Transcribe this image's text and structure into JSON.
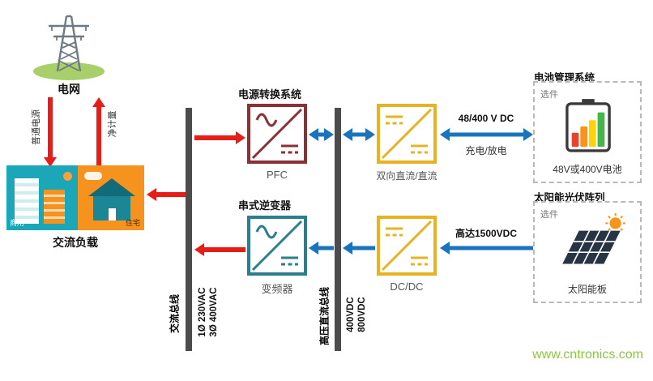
{
  "diagram": {
    "grid": {
      "label": "电网",
      "supply_label": "普通电源",
      "net_meter_label": "净计量"
    },
    "load": {
      "label": "交流负载",
      "commercial": "商用",
      "residential": "住宅"
    },
    "ac_bus": {
      "name": "交流总线",
      "voltage1": "1Ø 230VAC",
      "voltage2": "3Ø 400VAC"
    },
    "dc_bus": {
      "name": "高压直流总线",
      "voltage1": "400VDC",
      "voltage2": "800VDC"
    },
    "pcs": {
      "title": "电源转换系统",
      "pfc": "PFC",
      "bidir": "双向直流/直流"
    },
    "string_inverter": {
      "title": "串式逆变器",
      "inverter": "变频器",
      "dcdc": "DC/DC"
    },
    "battery_link": {
      "voltage": "48/400 V DC",
      "mode": "充电/放电"
    },
    "pv_link": {
      "voltage": "高达1500VDC"
    },
    "bms": {
      "title": "电池管理系统",
      "optional": "选件",
      "battery": "48V或400V电池"
    },
    "pv": {
      "title": "太阳能光伏阵列",
      "optional": "选件",
      "panel": "太阳能板"
    }
  },
  "watermark": "www.cntronics.com",
  "colors": {
    "red_arrow": "#e71d17",
    "blue_arrow": "#1a73bd",
    "pfc_box": "#8a3136",
    "dcdc_box": "#e6b422",
    "inverter_box": "#2a7e8d",
    "bus": "#4c4c4c",
    "teal_illustration": "#1ba7b8",
    "orange_illustration": "#f6921e",
    "battery_bars": [
      "#e8432d",
      "#f7941d",
      "#ffd20a",
      "#45b649"
    ],
    "watermark_green": "#8dc63f"
  }
}
